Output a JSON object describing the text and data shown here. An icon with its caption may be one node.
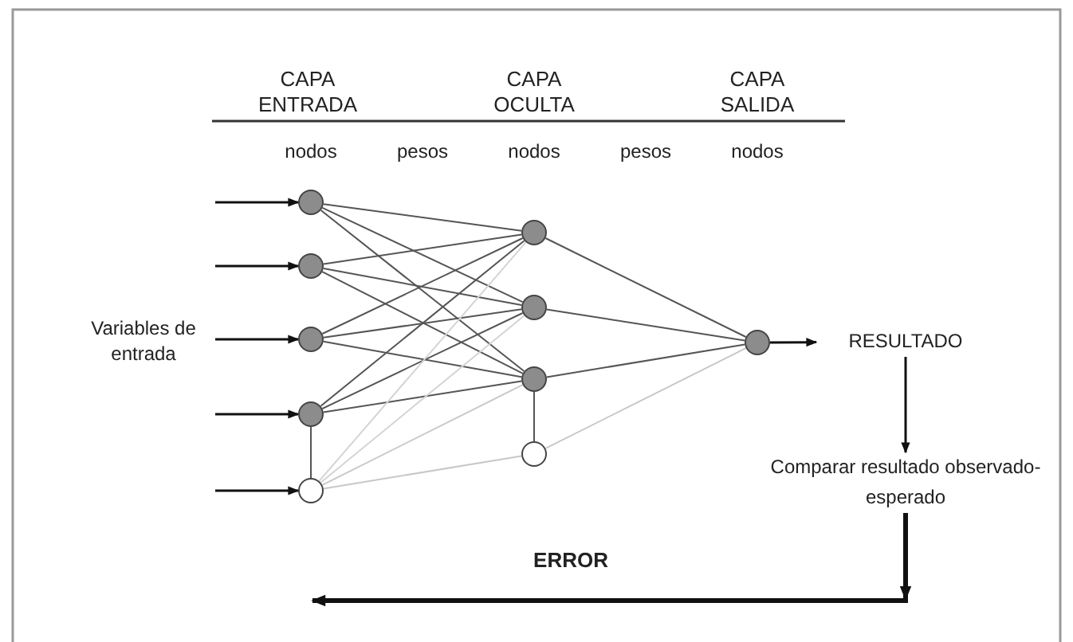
{
  "diagram": {
    "nodes": [
      {
        "text": [],
        "shape": "circle"
      },
      {
        "text": [],
        "shape": "circle"
      },
      {
        "text": [],
        "shape": "circle"
      },
      {
        "text": [],
        "shape": "circle"
      },
      {
        "text": [],
        "shape": "circle"
      },
      {
        "text": [],
        "shape": "circle"
      },
      {
        "text": [],
        "shape": "circle"
      },
      {
        "text": [],
        "shape": "circle"
      },
      {
        "text": [],
        "shape": "circle"
      },
      {
        "text": [],
        "shape": "circle"
      },
      {
        "text": [
          "RESULTADO"
        ]
      },
      {
        "text": [
          "Comparar resultado observado-esperado"
        ]
      }
    ],
    "edges": [
      {
        "from": null,
        "to": 0,
        "arrow": "to"
      },
      {
        "from": null,
        "to": 1,
        "arrow": "to"
      },
      {
        "from": null,
        "to": 2,
        "arrow": "to"
      },
      {
        "from": null,
        "to": 3,
        "arrow": "to"
      },
      {
        "from": null,
        "to": 4,
        "arrow": "to"
      },
      {
        "from": 0,
        "to": 5,
        "arrow": "none"
      },
      {
        "from": 0,
        "to": 6,
        "arrow": "none"
      },
      {
        "from": 0,
        "to": 7,
        "arrow": "none"
      },
      {
        "from": 1,
        "to": 5,
        "arrow": "none"
      },
      {
        "from": 1,
        "to": 6,
        "arrow": "none"
      },
      {
        "from": 1,
        "to": 7,
        "arrow": "none"
      },
      {
        "from": 2,
        "to": 5,
        "arrow": "none"
      },
      {
        "from": 2,
        "to": 6,
        "arrow": "none"
      },
      {
        "from": 2,
        "to": 7,
        "arrow": "none"
      },
      {
        "from": 3,
        "to": 5,
        "arrow": "none"
      },
      {
        "from": 3,
        "to": 6,
        "arrow": "none"
      },
      {
        "from": 3,
        "to": 7,
        "arrow": "none"
      },
      {
        "from": 4,
        "to": 5,
        "arrow": "none",
        "color": "#d4d4d4"
      },
      {
        "from": 4,
        "to": 6,
        "arrow": "none",
        "color": "#d4d4d4"
      },
      {
        "from": 4,
        "to": 7,
        "arrow": "none",
        "color": "#c8c8c8"
      },
      {
        "from": 4,
        "to": 8,
        "arrow": "none",
        "color": "#c8c8c8"
      },
      {
        "from": 5,
        "to": 9,
        "arrow": "none"
      },
      {
        "from": 6,
        "to": 9,
        "arrow": "none"
      },
      {
        "from": 7,
        "to": 9,
        "arrow": "none"
      },
      {
        "from": 8,
        "to": 9,
        "arrow": "none",
        "color": "#c8c8c8"
      },
      {
        "from": 3,
        "to": 4,
        "arrow": "none"
      },
      {
        "from": 7,
        "to": 8,
        "arrow": "none"
      },
      {
        "from": 9,
        "to": 10,
        "arrow": "to"
      },
      {
        "from": 10,
        "to": 11,
        "arrow": "to"
      },
      {
        "from": 11,
        "to": null,
        "arrow": "to",
        "label": "ERROR",
        "style": "thick"
      }
    ],
    "labels": [
      "CAPA ENTRADA",
      "CAPA OCULTA",
      "CAPA SALIDA",
      "nodos",
      "pesos",
      "nodos",
      "pesos",
      "nodos",
      "Variables de entrada"
    ]
  }
}
